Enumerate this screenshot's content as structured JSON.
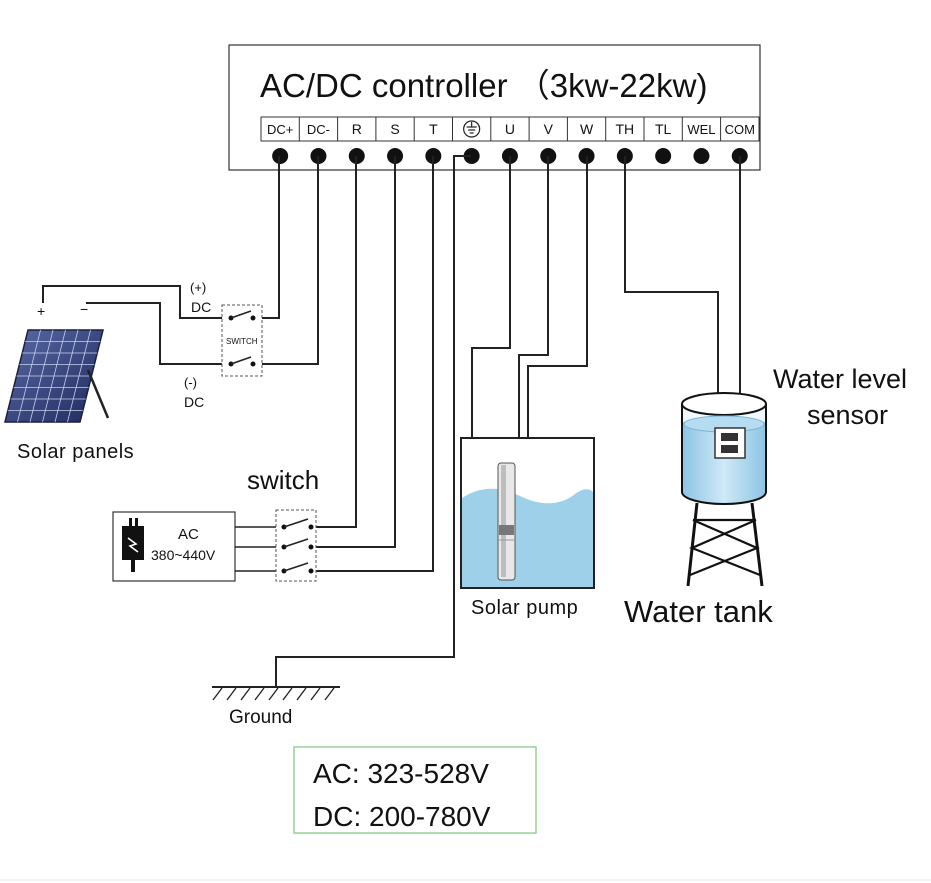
{
  "controller": {
    "title": "AC/DC controller （3kw-22kw)",
    "terminals": [
      "DC+",
      "DC-",
      "R",
      "S",
      "T",
      "",
      "U",
      "V",
      "W",
      "TH",
      "TL",
      "WEL",
      "COM"
    ],
    "ground_terminal_icon": "ground-icon"
  },
  "solar": {
    "label": "Solar panels",
    "plus": "+",
    "minus": "−",
    "pos_dc_sign": "(+)",
    "pos_dc": "DC",
    "neg_dc_sign": "(-)",
    "neg_dc": "DC",
    "switch_label": "SWITCH"
  },
  "ac": {
    "switch_title": "switch",
    "source_label": "AC",
    "source_voltage": "380~440V",
    "plug_icon": "plug-icon"
  },
  "pump": {
    "label": "Solar pump"
  },
  "tank": {
    "sensor_label_1": "Water level",
    "sensor_label_2": "sensor",
    "label": "Water tank"
  },
  "ground": {
    "label": "Ground"
  },
  "specs": {
    "ac": "AC: 323-528V",
    "dc": "DC: 200-780V"
  },
  "colors": {
    "water": "#9fd0ea",
    "water_light": "#d6eefa",
    "panel": "#3e4c86",
    "spec_border": "#8fce8f"
  }
}
